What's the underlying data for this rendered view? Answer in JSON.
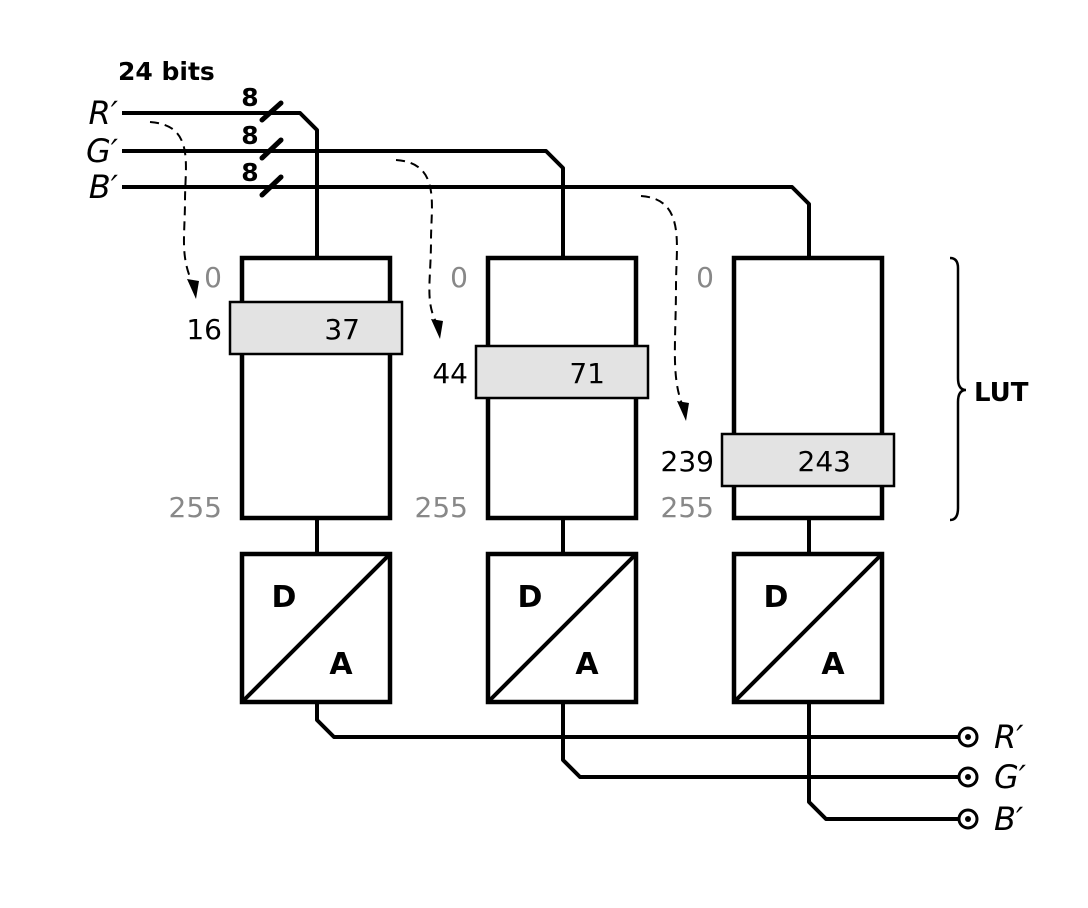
{
  "bus": {
    "width_label": "24 bits",
    "inputs": [
      {
        "name": "R′",
        "bits": "8"
      },
      {
        "name": "G′",
        "bits": "8"
      },
      {
        "name": "B′",
        "bits": "8"
      }
    ]
  },
  "luts": [
    {
      "top": "0",
      "bottom": "255",
      "index": "16",
      "value": "37"
    },
    {
      "top": "0",
      "bottom": "255",
      "index": "44",
      "value": "71"
    },
    {
      "top": "0",
      "bottom": "255",
      "index": "239",
      "value": "243"
    }
  ],
  "lut_label": "LUT",
  "dac": {
    "digital": "D",
    "analog": "A"
  },
  "outputs": [
    "R′",
    "G′",
    "B′"
  ]
}
